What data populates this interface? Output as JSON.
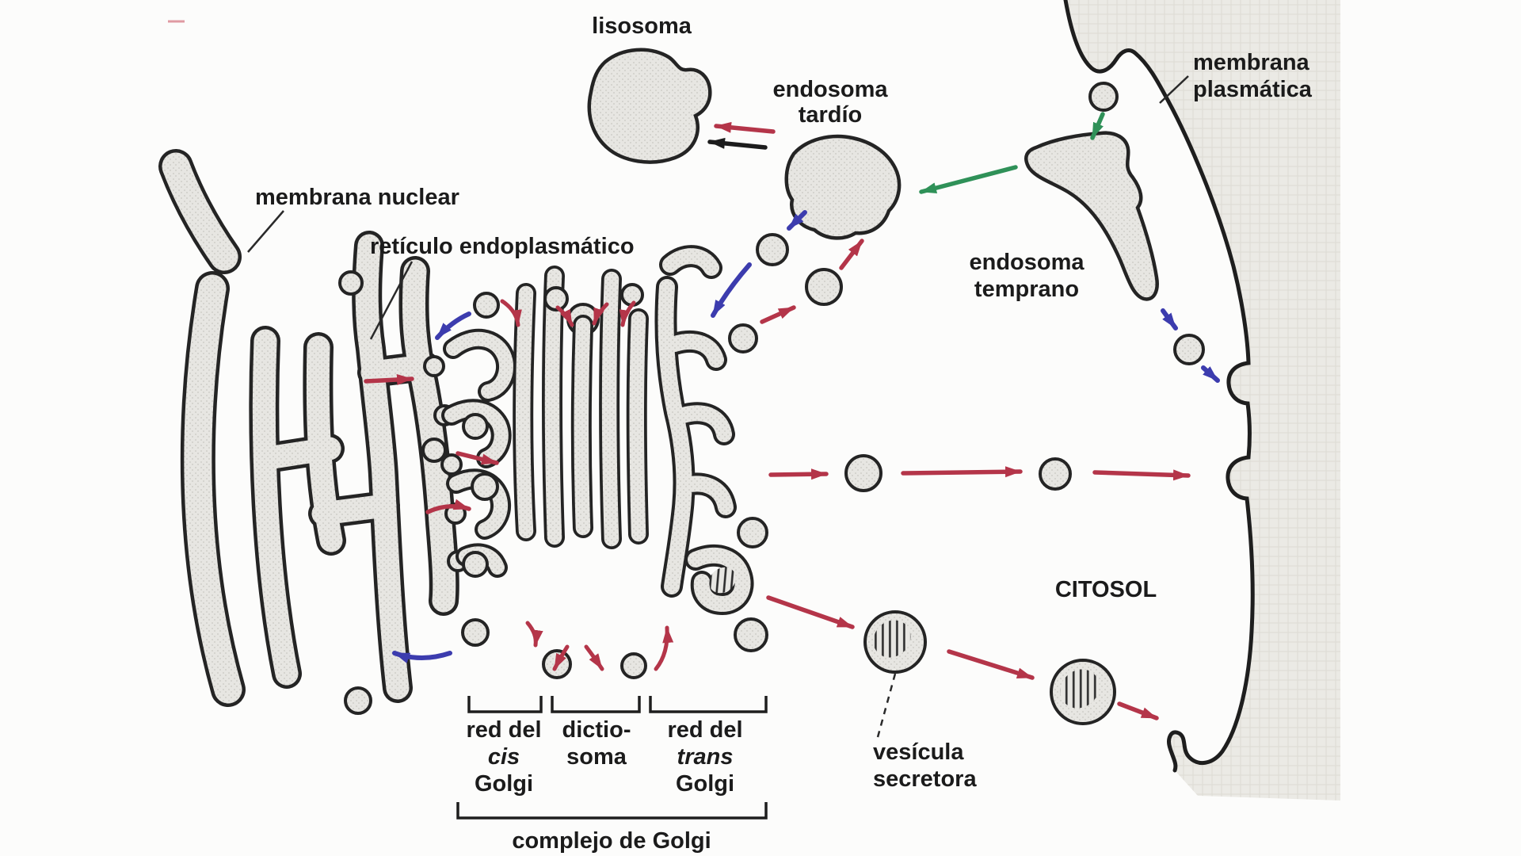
{
  "labels": {
    "lysosome": "lisosoma",
    "late_endosome_1": "endosoma",
    "late_endosome_2": "tardío",
    "plasma_membrane_1": "membrana",
    "plasma_membrane_2": "plasmática",
    "nuclear_membrane": "membrana nuclear",
    "endoplasmic_reticulum": "retículo endoplasmático",
    "early_endosome_1": "endosoma",
    "early_endosome_2": "temprano",
    "cytosol": "CITOSOL",
    "cis_golgi_1": "red del",
    "cis_golgi_2": "cis",
    "cis_golgi_3": "Golgi",
    "dictyosome_1": "dictio-",
    "dictyosome_2": "soma",
    "trans_golgi_1": "red del",
    "trans_golgi_2": "trans",
    "trans_golgi_3": "Golgi",
    "golgi_complex": "complejo de Golgi",
    "secretory_vesicle_1": "vesícula",
    "secretory_vesicle_2": "secretora"
  },
  "colors": {
    "red_arrow": "#b43549",
    "blue_arrow": "#3c3cae",
    "green_arrow": "#2f9158",
    "black_arrow": "#1c1c1c",
    "organelle_fill": "#e7e6e2",
    "organelle_dot": "#c9c8c2",
    "extracellular_fill": "#ebeae5",
    "extracellular_grid": "#dddbd4",
    "outline": "#242424",
    "label": "#1b1b1b",
    "background": "#fcfcfb",
    "artifact": "#df9aa2"
  }
}
